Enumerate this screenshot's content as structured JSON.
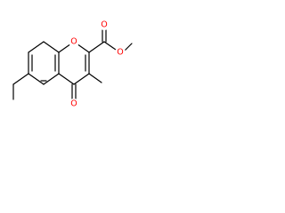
{
  "structure": {
    "atoms": [
      {
        "id": "ring_O",
        "label": "O",
        "color": "#ff0000"
      },
      {
        "id": "ester_O",
        "label": "O",
        "color": "#ff0000"
      },
      {
        "id": "carbonyl_O_ester",
        "label": "O",
        "color": "#ff0000"
      },
      {
        "id": "ketone_O",
        "label": "O",
        "color": "#ff0000"
      }
    ],
    "bond_color": "#000000"
  }
}
